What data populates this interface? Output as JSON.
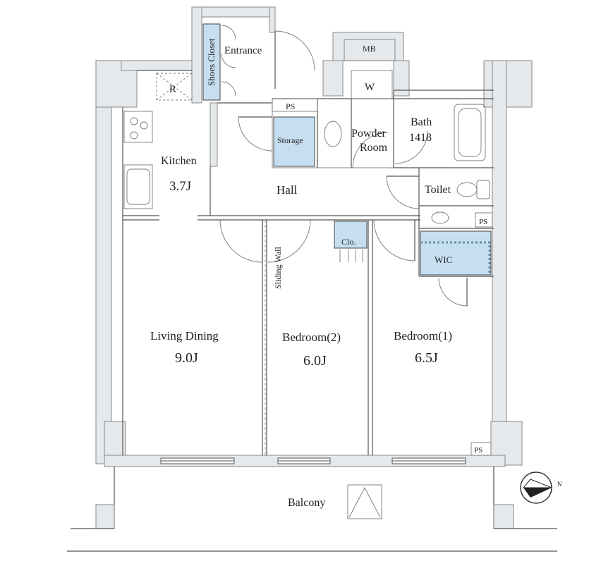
{
  "rooms": {
    "entrance": "Entrance",
    "shoes_closet": "Shoes Closet",
    "mb": "MB",
    "w": "W",
    "ps_top": "PS",
    "bath": "Bath",
    "bath_size": "1418",
    "storage": "Storage",
    "powder_1": "Powder",
    "powder_2": "Room",
    "kitchen": "Kitchen",
    "kitchen_size": "3.7J",
    "hall": "Hall",
    "toilet": "Toilet",
    "ps_right": "PS",
    "clo": "Clo.",
    "wic": "WIC",
    "sliding_wall": "Sliding Wall",
    "living": "Living Dining",
    "living_size": "9.0J",
    "bed2": "Bedroom(2)",
    "bed2_size": "6.0J",
    "bed1": "Bedroom(1)",
    "bed1_size": "6.5J",
    "ps_bottom": "PS",
    "balcony": "Balcony",
    "refrigerator": "R",
    "north": "N"
  },
  "colors": {
    "wall_fill": "#e6e9eb",
    "storage_fill": "#c6dff0",
    "line": "#555555"
  }
}
